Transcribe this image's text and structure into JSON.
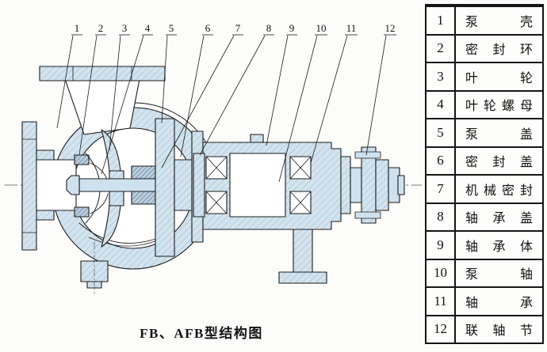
{
  "colors": {
    "section_fill_light_blue": "#d3e3ee",
    "section_fill_dark": "#b9cede",
    "line_black": "#1c1c1c"
  },
  "drawing": {
    "caption": "FB、AFB型结构图",
    "callouts": [
      "1",
      "2",
      "3",
      "4",
      "5",
      "6",
      "7",
      "8",
      "9",
      "10",
      "11",
      "12"
    ]
  },
  "parts_table": {
    "rows": [
      {
        "num": "1",
        "name": "泵壳"
      },
      {
        "num": "2",
        "name": "密封环"
      },
      {
        "num": "3",
        "name": "叶轮"
      },
      {
        "num": "4",
        "name": "叶轮螺母"
      },
      {
        "num": "5",
        "name": "泵盖"
      },
      {
        "num": "6",
        "name": "密封盖"
      },
      {
        "num": "7",
        "name": "机械密封"
      },
      {
        "num": "8",
        "name": "轴承盖"
      },
      {
        "num": "9",
        "name": "轴承体"
      },
      {
        "num": "10",
        "name": "泵轴"
      },
      {
        "num": "11",
        "name": "轴承"
      },
      {
        "num": "12",
        "name": "联轴节"
      }
    ]
  }
}
